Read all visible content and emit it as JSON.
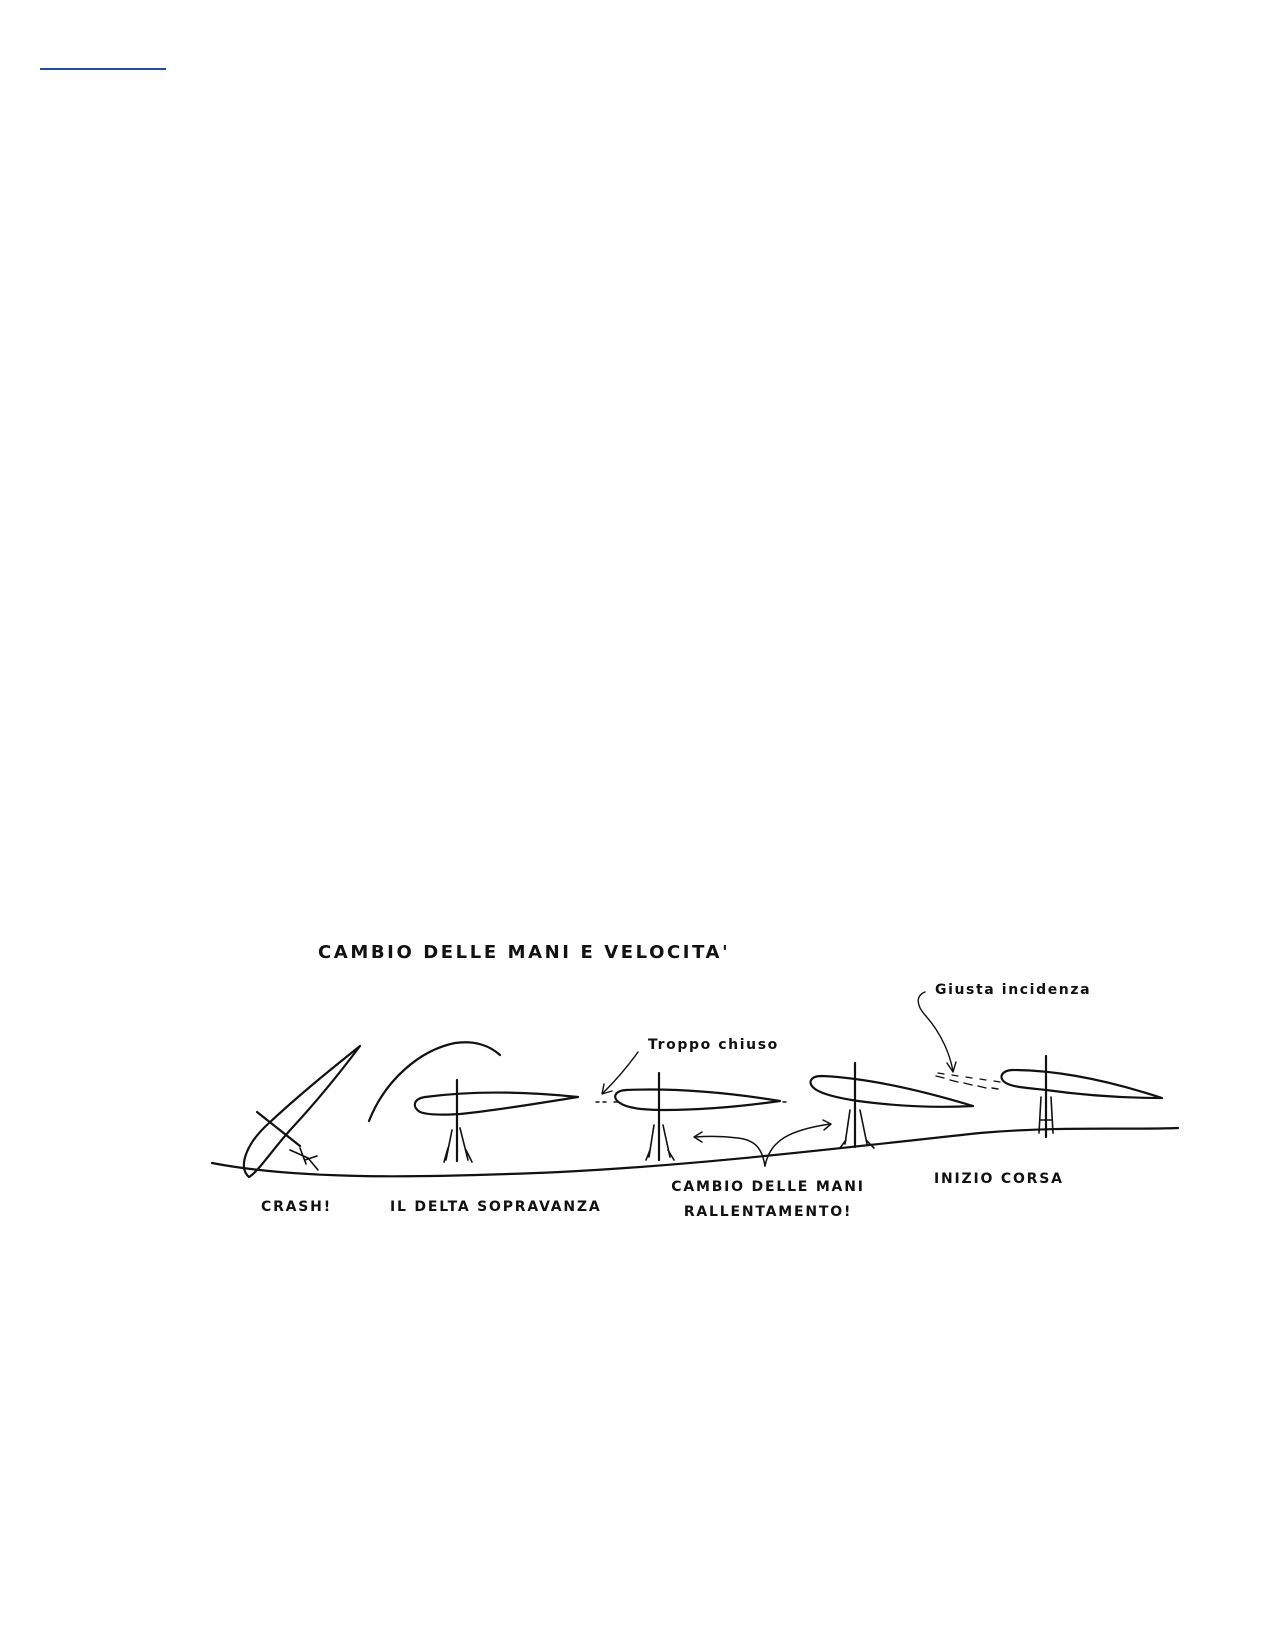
{
  "page": {
    "link_rule_color": "#1f4e9c"
  },
  "diagram": {
    "title": "CAMBIO DELLE MANI E VELOCITA'",
    "annotations": {
      "correct_angle": "Giusta incidenza",
      "too_closed": "Troppo chiuso"
    },
    "stages": {
      "crash": "CRASH!",
      "wing_overtakes": "IL DELTA SOPRAVANZA",
      "hand_change_line1": "CAMBIO DELLE MANI",
      "hand_change_line2": "RALLENTAMENTO!",
      "run_start": "INIZIO CORSA"
    }
  }
}
